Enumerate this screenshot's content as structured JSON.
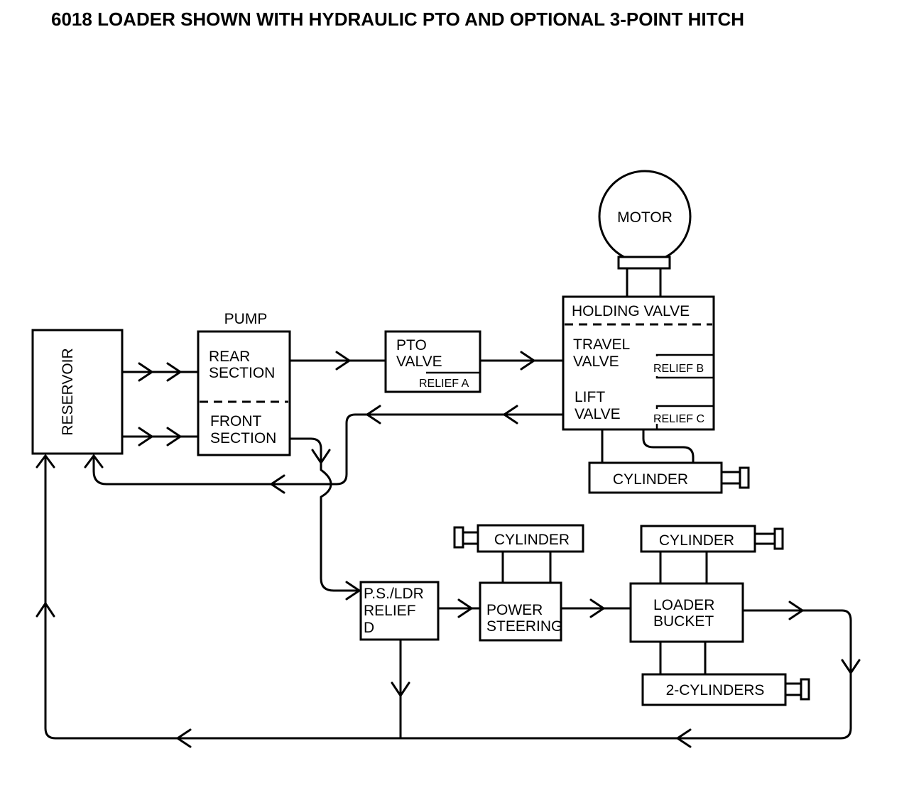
{
  "title": "6018 LOADER SHOWN WITH HYDRAULIC PTO AND OPTIONAL 3-POINT HITCH",
  "components": {
    "reservoir": "RESERVOIR",
    "pump_label": "PUMP",
    "pump_rear": [
      "REAR",
      "SECTION"
    ],
    "pump_front": [
      "FRONT",
      "SECTION"
    ],
    "pto_valve": [
      "PTO",
      "VALVE"
    ],
    "relief_a": "RELIEF A",
    "motor": "MOTOR",
    "holding_valve": "HOLDING VALVE",
    "travel_valve": [
      "TRAVEL",
      "VALVE"
    ],
    "relief_b": "RELIEF B",
    "lift_valve": [
      "LIFT",
      "VALVE"
    ],
    "relief_c": "RELIEF C",
    "lift_cylinder": "CYLINDER",
    "ps_ldr_relief": [
      "P.S./LDR",
      "RELIEF",
      "D"
    ],
    "steering_cylinder": "CYLINDER",
    "power_steering": [
      "POWER",
      "STEERING"
    ],
    "bucket_cylinder": "CYLINDER",
    "loader_bucket": [
      "LOADER",
      "BUCKET"
    ],
    "two_cylinders": "2-CYLINDERS"
  }
}
